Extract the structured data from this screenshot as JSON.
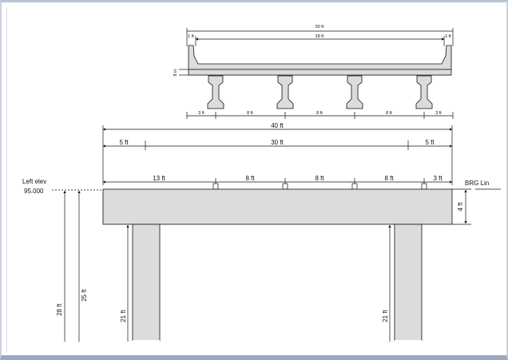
{
  "cross_section": {
    "overall": "30 ft",
    "inner": "28 ft",
    "left_edge": "1 ft",
    "right_edge": "1 ft",
    "depth": "8 in",
    "girder_spacing": [
      "3 ft",
      "8 ft",
      "8 ft",
      "8 ft",
      "3 ft"
    ]
  },
  "pier_cap": {
    "overall": "40 ft",
    "segments": [
      "5 ft",
      "30 ft",
      "5 ft"
    ],
    "bearing_spacing": [
      "13 ft",
      "8 ft",
      "8 ft",
      "8 ft",
      "3 ft"
    ],
    "depth": "4 ft",
    "brg_line_label": "BRG Lin"
  },
  "elevation": {
    "label": "Left elev",
    "value": "95.000",
    "total_height": "28 ft",
    "column_height": "25 ft",
    "left_column_clear": "21 ft",
    "right_column_clear": "21 ft"
  }
}
